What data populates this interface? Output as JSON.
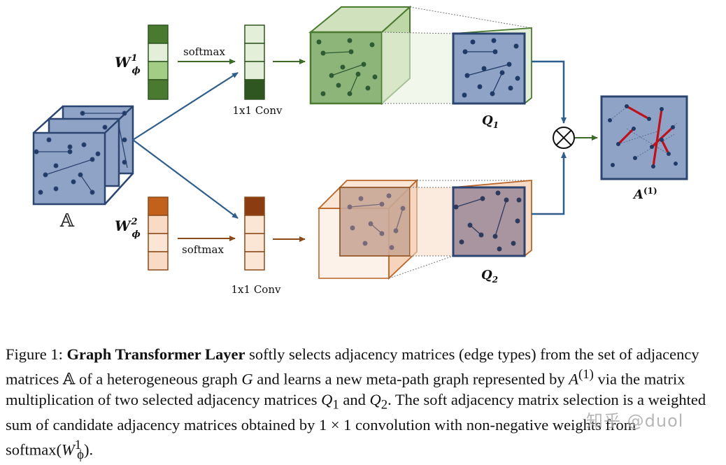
{
  "figure": {
    "w1_label": "W",
    "w1_sup": "1",
    "w1_sub": "ϕ",
    "w2_label": "W",
    "w2_sup": "2",
    "w2_sub": "ϕ",
    "softmax_top": "softmax",
    "softmax_bottom": "softmax",
    "conv_top": "1x1 Conv",
    "conv_bottom": "1x1 Conv",
    "input_label": "𝔸",
    "q1_label": "Q",
    "q1_sub": "1",
    "q2_label": "Q",
    "q2_sub": "2",
    "a1_label": "A",
    "a1_sup": "(1)",
    "multiply_symbol": "⊗",
    "colors": {
      "blue_fill": "#8fa3c6",
      "blue_edge": "#2b4470",
      "green_dark": "#4a7a2f",
      "green_light": "#e3efd9",
      "green_mid": "#a3cd85",
      "orange_dark": "#c2611b",
      "orange_light": "#f8dac5",
      "red_edge": "#c0111b",
      "arrow_blue": "#2f5e8c"
    }
  },
  "caption": {
    "prefix": "Figure 1: ",
    "title": "Graph Transformer Layer",
    "t1": " softly selects adjacency matrices (edge types) from the set of adjacency matrices ",
    "set_symbol": "𝔸",
    "t2": " of a heterogeneous graph ",
    "graph_symbol": "G",
    "t3": " and learns a new meta-path graph represented by ",
    "a_symbol": "A",
    "a_sup": "(1)",
    "t4": " via the matrix multiplication of two selected adjacency matrices ",
    "q_symbol": "Q",
    "q1_sub": "1",
    "t5": " and ",
    "q2_sub": "2",
    "t6": ". The soft adjacency matrix selection is a weighted sum of candidate adjacency matrices obtained by ",
    "conv_text": "1 × 1",
    "t7": " convolution with non-negative weights from softmax(",
    "w_symbol": "W",
    "w_sup": "1",
    "w_sub": "ϕ",
    "t8": ")."
  },
  "watermark": "知乎 @duol"
}
